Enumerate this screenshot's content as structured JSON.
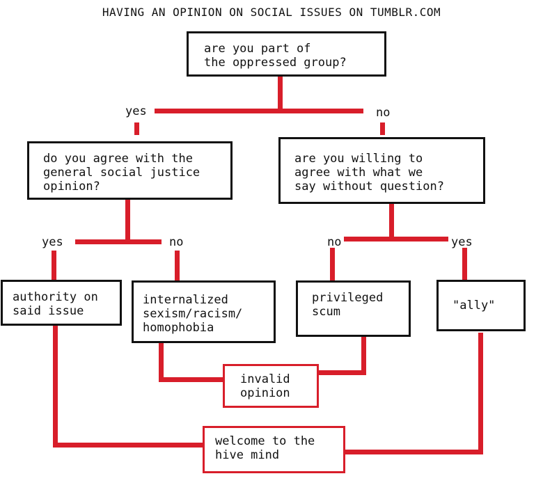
{
  "title": "HAVING AN OPINION ON SOCIAL ISSUES ON TUMBLR.COM",
  "nodes": {
    "root": "are you part of\nthe oppressed group?",
    "agree_opinion": "do you agree with the\ngeneral social justice\nopinion?",
    "willing_agree": "are you willing to\nagree with what we\nsay without question?",
    "authority": "authority on\nsaid issue",
    "internalized": "internalized\nsexism/racism/\nhomophobia",
    "privileged": "privileged\nscum",
    "ally": "\"ally\"",
    "invalid": "invalid\nopinion",
    "hive": "welcome to the\nhive mind"
  },
  "edges": {
    "root_yes": "yes",
    "root_no": "no",
    "agree_yes": "yes",
    "agree_no": "no",
    "willing_no": "no",
    "willing_yes": "yes"
  },
  "colors": {
    "connector": "#d81e2a",
    "box_border": "#111111",
    "outcome_border": "#d81e2a"
  }
}
